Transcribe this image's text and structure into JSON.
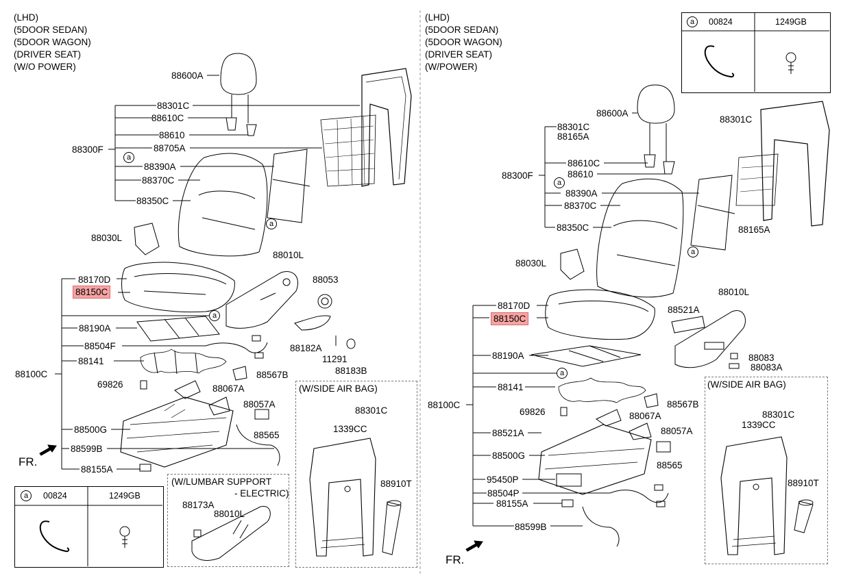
{
  "left": {
    "notes": [
      "(LHD)",
      "(5DOOR SEDAN)",
      "(5DOOR WAGON)",
      "(DRIVER SEAT)",
      "(W/O POWER)"
    ],
    "labels": {
      "l_88600A": "88600A",
      "l_88301C": "88301C",
      "l_88610C": "88610C",
      "l_88610": "88610",
      "l_88300F": "88300F",
      "l_88705A": "88705A",
      "l_88390A": "88390A",
      "l_88370C": "88370C",
      "l_88350C": "88350C",
      "l_88030L": "88030L",
      "l_88010L": "88010L",
      "l_88053": "88053",
      "l_88170D": "88170D",
      "l_88150C": "88150C",
      "l_88190A": "88190A",
      "l_88504F": "88504F",
      "l_88141": "88141",
      "l_88182A": "88182A",
      "l_11291": "11291",
      "l_88183B": "88183B",
      "l_88567B": "88567B",
      "l_88100C": "88100C",
      "l_69826": "69826",
      "l_88067A": "88067A",
      "l_88057A": "88057A",
      "l_88565": "88565",
      "l_88500G": "88500G",
      "l_88599B": "88599B",
      "l_88155A": "88155A",
      "fr": "FR."
    },
    "legend": {
      "a": "a",
      "part1": "00824",
      "part2": "1249GB"
    },
    "lumbar": {
      "title1": "(W/LUMBAR SUPPORT",
      "title2": "- ELECTRIC)",
      "l_88173A": "88173A",
      "l_88010L": "88010L"
    },
    "sideairbag": {
      "title": "(W/SIDE AIR BAG)",
      "l_88301C": "88301C",
      "l_1339CC": "1339CC",
      "l_88910T": "88910T"
    }
  },
  "right": {
    "notes": [
      "(LHD)",
      "(5DOOR SEDAN)",
      "(5DOOR WAGON)",
      "(DRIVER SEAT)",
      "(W/POWER)"
    ],
    "labels": {
      "l_88600A": "88600A",
      "l_88301C_top": "88301C",
      "l_88301C": "88301C",
      "l_88165A": "88165A",
      "l_88165A_b": "88165A",
      "l_88610C": "88610C",
      "l_88610": "88610",
      "l_88300F": "88300F",
      "l_88390A": "88390A",
      "l_88370C": "88370C",
      "l_88350C": "88350C",
      "l_88030L": "88030L",
      "l_88010L": "88010L",
      "l_88170D": "88170D",
      "l_88150C": "88150C",
      "l_88521A_top": "88521A",
      "l_88190A": "88190A",
      "l_88083": "88083",
      "l_88083A": "88083A",
      "l_88141": "88141",
      "l_88567B": "88567B",
      "l_88100C": "88100C",
      "l_69826": "69826",
      "l_88067A": "88067A",
      "l_88057A": "88057A",
      "l_88521A": "88521A",
      "l_88500G": "88500G",
      "l_88565": "88565",
      "l_95450P": "95450P",
      "l_88504P": "88504P",
      "l_88155A": "88155A",
      "l_88599B": "88599B",
      "fr": "FR."
    },
    "legend": {
      "a": "a",
      "part1": "00824",
      "part2": "1249GB"
    },
    "sideairbag": {
      "title": "(W/SIDE AIR BAG)",
      "l_88301C": "88301C",
      "l_1339CC": "1339CC",
      "l_88910T": "88910T"
    }
  },
  "colors": {
    "highlight": "#f7a3a3",
    "line": "#000000"
  }
}
